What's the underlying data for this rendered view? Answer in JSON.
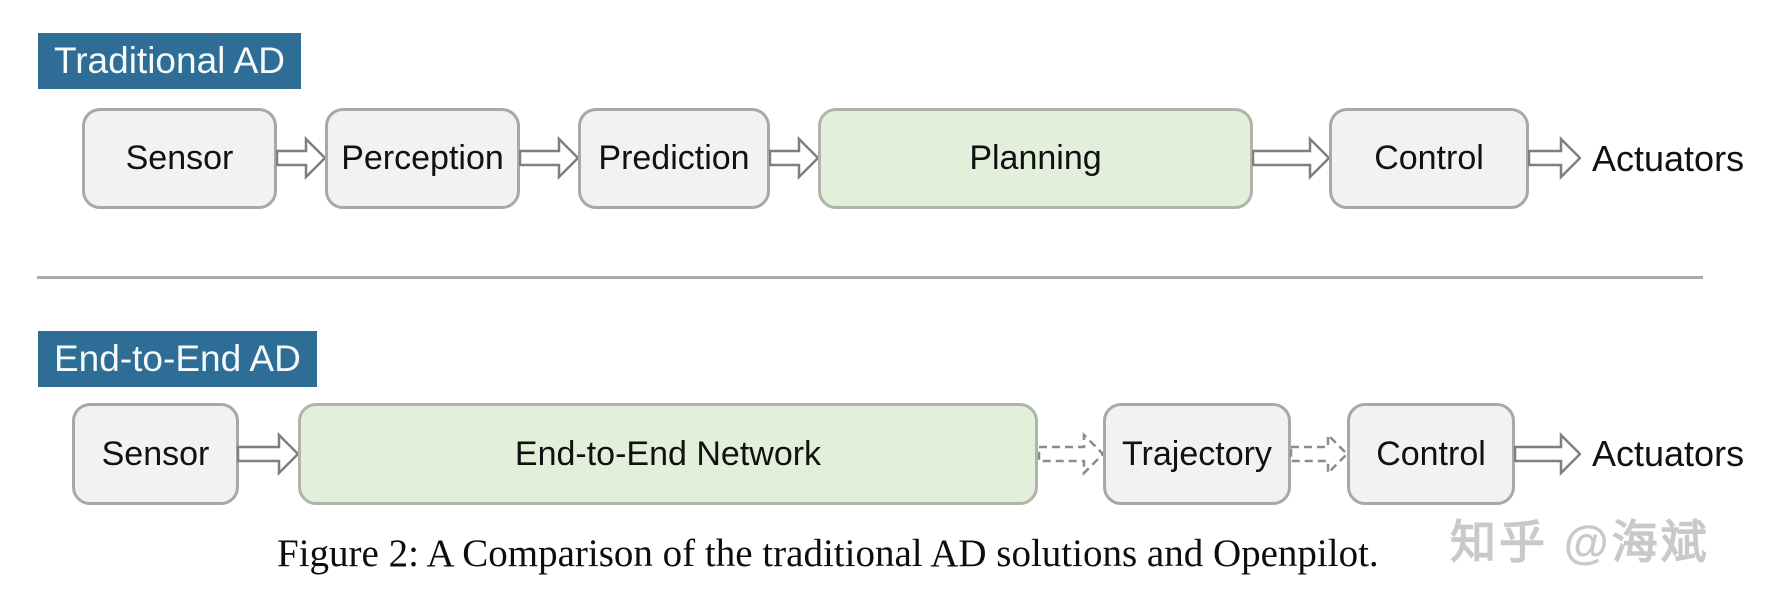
{
  "colors": {
    "background": "#FFFFFF",
    "label_bg": "#2E6D95",
    "label_text": "#F5FAFC",
    "box_fill": "#F2F2F2",
    "box_border": "#A8A8A8",
    "green_fill": "#E2EFDA",
    "arrow_stroke": "#7F7F7F",
    "divider": "#ABABAB",
    "caption_text": "#0D0D0D",
    "watermark_text": "#C9C9C9"
  },
  "traditional": {
    "label": "Traditional AD",
    "boxes": {
      "sensor": "Sensor",
      "perception": "Perception",
      "prediction": "Prediction",
      "planning": "Planning",
      "control": "Control"
    },
    "output": "Actuators"
  },
  "end_to_end": {
    "label": "End-to-End AD",
    "boxes": {
      "sensor": "Sensor",
      "network": "End-to-End Network",
      "trajectory": "Trajectory",
      "control": "Control"
    },
    "output": "Actuators"
  },
  "caption": "Figure 2: A Comparison of the traditional AD solutions and Openpilot.",
  "watermark": "知乎 @海斌"
}
